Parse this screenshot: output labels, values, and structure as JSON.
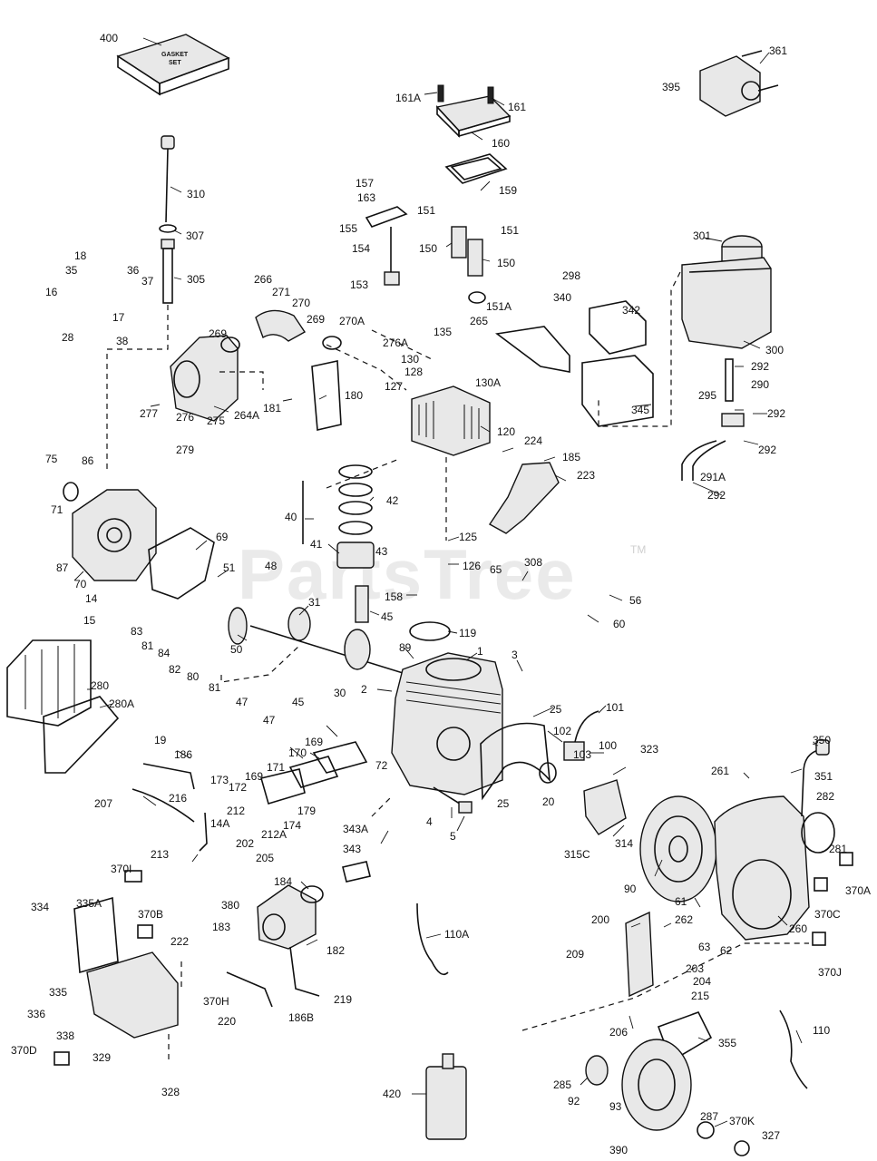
{
  "watermark": {
    "text": "PartsTree",
    "tm": "TM"
  },
  "gasket_box": {
    "line1": "GASKET",
    "line2": "SET"
  },
  "callouts": [
    {
      "id": "c400",
      "text": "400"
    },
    {
      "id": "c361",
      "text": "361"
    },
    {
      "id": "c395",
      "text": "395"
    },
    {
      "id": "c161a",
      "text": "161A"
    },
    {
      "id": "c161",
      "text": "161"
    },
    {
      "id": "c160",
      "text": "160"
    },
    {
      "id": "c310",
      "text": "310"
    },
    {
      "id": "c157",
      "text": "157"
    },
    {
      "id": "c163",
      "text": "163"
    },
    {
      "id": "c159",
      "text": "159"
    },
    {
      "id": "c151a_t",
      "text": "151"
    },
    {
      "id": "c151b_t",
      "text": "151"
    },
    {
      "id": "c155",
      "text": "155"
    },
    {
      "id": "c307",
      "text": "307"
    },
    {
      "id": "c150a",
      "text": "150"
    },
    {
      "id": "c150b",
      "text": "150"
    },
    {
      "id": "c154",
      "text": "154"
    },
    {
      "id": "c301",
      "text": "301"
    },
    {
      "id": "c18",
      "text": "18"
    },
    {
      "id": "c35",
      "text": "35"
    },
    {
      "id": "c36",
      "text": "36"
    },
    {
      "id": "c37",
      "text": "37"
    },
    {
      "id": "c305",
      "text": "305"
    },
    {
      "id": "c266",
      "text": "266"
    },
    {
      "id": "c298",
      "text": "298"
    },
    {
      "id": "c16",
      "text": "16"
    },
    {
      "id": "c271",
      "text": "271"
    },
    {
      "id": "c153",
      "text": "153"
    },
    {
      "id": "c151A",
      "text": "151A"
    },
    {
      "id": "c340",
      "text": "340"
    },
    {
      "id": "c342",
      "text": "342"
    },
    {
      "id": "c17",
      "text": "17"
    },
    {
      "id": "c270",
      "text": "270"
    },
    {
      "id": "c269a",
      "text": "269"
    },
    {
      "id": "c270a",
      "text": "270A"
    },
    {
      "id": "c135",
      "text": "135"
    },
    {
      "id": "c265",
      "text": "265"
    },
    {
      "id": "c28",
      "text": "28"
    },
    {
      "id": "c269b",
      "text": "269"
    },
    {
      "id": "c38",
      "text": "38"
    },
    {
      "id": "c276a",
      "text": "276A"
    },
    {
      "id": "c300",
      "text": "300"
    },
    {
      "id": "c130",
      "text": "130"
    },
    {
      "id": "c292a",
      "text": "292"
    },
    {
      "id": "c128",
      "text": "128"
    },
    {
      "id": "c130a",
      "text": "130A"
    },
    {
      "id": "c127",
      "text": "127"
    },
    {
      "id": "c290",
      "text": "290"
    },
    {
      "id": "c180",
      "text": "180"
    },
    {
      "id": "c345",
      "text": "345"
    },
    {
      "id": "c277",
      "text": "277"
    },
    {
      "id": "c276",
      "text": "276"
    },
    {
      "id": "c275",
      "text": "275"
    },
    {
      "id": "c264a",
      "text": "264A"
    },
    {
      "id": "c181",
      "text": "181"
    },
    {
      "id": "c292b",
      "text": "292"
    },
    {
      "id": "c295",
      "text": "295"
    },
    {
      "id": "c120",
      "text": "120"
    },
    {
      "id": "c292c",
      "text": "292"
    },
    {
      "id": "c279",
      "text": "279"
    },
    {
      "id": "c224",
      "text": "224"
    },
    {
      "id": "c185",
      "text": "185"
    },
    {
      "id": "c291a",
      "text": "291A"
    },
    {
      "id": "c75",
      "text": "75"
    },
    {
      "id": "c86",
      "text": "86"
    },
    {
      "id": "c223",
      "text": "223"
    },
    {
      "id": "c292d",
      "text": "292"
    },
    {
      "id": "c71",
      "text": "71"
    },
    {
      "id": "c42",
      "text": "42"
    },
    {
      "id": "c40",
      "text": "40"
    },
    {
      "id": "c69",
      "text": "69"
    },
    {
      "id": "c125",
      "text": "125"
    },
    {
      "id": "c87",
      "text": "87"
    },
    {
      "id": "c41",
      "text": "41"
    },
    {
      "id": "c43",
      "text": "43"
    },
    {
      "id": "c308",
      "text": "308"
    },
    {
      "id": "c48",
      "text": "48"
    },
    {
      "id": "c126",
      "text": "126"
    },
    {
      "id": "c65",
      "text": "65"
    },
    {
      "id": "c51",
      "text": "51"
    },
    {
      "id": "c70",
      "text": "70"
    },
    {
      "id": "c158",
      "text": "158"
    },
    {
      "id": "c14",
      "text": "14"
    },
    {
      "id": "c56",
      "text": "56"
    },
    {
      "id": "c31",
      "text": "31"
    },
    {
      "id": "c15",
      "text": "15"
    },
    {
      "id": "c45a",
      "text": "45"
    },
    {
      "id": "c60",
      "text": "60"
    },
    {
      "id": "c83",
      "text": "83"
    },
    {
      "id": "c119",
      "text": "119"
    },
    {
      "id": "c81a",
      "text": "81"
    },
    {
      "id": "c84",
      "text": "84"
    },
    {
      "id": "c50",
      "text": "50"
    },
    {
      "id": "c1",
      "text": "1"
    },
    {
      "id": "c89",
      "text": "89"
    },
    {
      "id": "c3",
      "text": "3"
    },
    {
      "id": "c82",
      "text": "82"
    },
    {
      "id": "c280",
      "text": "280"
    },
    {
      "id": "c80",
      "text": "80"
    },
    {
      "id": "c81b",
      "text": "81"
    },
    {
      "id": "c47a",
      "text": "47"
    },
    {
      "id": "c30",
      "text": "30"
    },
    {
      "id": "c47b",
      "text": "47"
    },
    {
      "id": "c45b",
      "text": "45"
    },
    {
      "id": "c280a",
      "text": "280A"
    },
    {
      "id": "c2",
      "text": "2"
    },
    {
      "id": "c25a",
      "text": "25"
    },
    {
      "id": "c101",
      "text": "101"
    },
    {
      "id": "c350",
      "text": "350"
    },
    {
      "id": "c19",
      "text": "19"
    },
    {
      "id": "c169",
      "text": "169"
    },
    {
      "id": "c186",
      "text": "186"
    },
    {
      "id": "c170",
      "text": "170"
    },
    {
      "id": "c102",
      "text": "102"
    },
    {
      "id": "c100",
      "text": "100"
    },
    {
      "id": "c103",
      "text": "103"
    },
    {
      "id": "c323",
      "text": "323"
    },
    {
      "id": "c171",
      "text": "171"
    },
    {
      "id": "c72",
      "text": "72"
    },
    {
      "id": "c261",
      "text": "261"
    },
    {
      "id": "c351",
      "text": "351"
    },
    {
      "id": "c172",
      "text": "172"
    },
    {
      "id": "c169b",
      "text": "169"
    },
    {
      "id": "c20",
      "text": "20"
    },
    {
      "id": "c173",
      "text": "173"
    },
    {
      "id": "c25b",
      "text": "25"
    },
    {
      "id": "c282",
      "text": "282"
    },
    {
      "id": "c207",
      "text": "207"
    },
    {
      "id": "c216",
      "text": "216"
    },
    {
      "id": "c212",
      "text": "212"
    },
    {
      "id": "c179",
      "text": "179"
    },
    {
      "id": "c4",
      "text": "4"
    },
    {
      "id": "c5",
      "text": "5"
    },
    {
      "id": "c314",
      "text": "314"
    },
    {
      "id": "c174",
      "text": "174"
    },
    {
      "id": "c14a",
      "text": "14A"
    },
    {
      "id": "c212a",
      "text": "212A"
    },
    {
      "id": "c343a",
      "text": "343A"
    },
    {
      "id": "c281",
      "text": "281"
    },
    {
      "id": "c202",
      "text": "202"
    },
    {
      "id": "c343",
      "text": "343"
    },
    {
      "id": "c315c",
      "text": "315C"
    },
    {
      "id": "c213",
      "text": "213"
    },
    {
      "id": "c205",
      "text": "205"
    },
    {
      "id": "c90",
      "text": "90"
    },
    {
      "id": "c370a",
      "text": "370A"
    },
    {
      "id": "c370i",
      "text": "370I"
    },
    {
      "id": "c184",
      "text": "184"
    },
    {
      "id": "c370c",
      "text": "370C"
    },
    {
      "id": "c334",
      "text": "334"
    },
    {
      "id": "c335a",
      "text": "335A"
    },
    {
      "id": "c380",
      "text": "380"
    },
    {
      "id": "c370b",
      "text": "370B"
    },
    {
      "id": "c61",
      "text": "61"
    },
    {
      "id": "c200",
      "text": "200"
    },
    {
      "id": "c262",
      "text": "262"
    },
    {
      "id": "c183",
      "text": "183"
    },
    {
      "id": "c222",
      "text": "222"
    },
    {
      "id": "c110a",
      "text": "110A"
    },
    {
      "id": "c260",
      "text": "260"
    },
    {
      "id": "c63",
      "text": "63"
    },
    {
      "id": "c62",
      "text": "62"
    },
    {
      "id": "c182",
      "text": "182"
    },
    {
      "id": "c370j",
      "text": "370J"
    },
    {
      "id": "c209",
      "text": "209"
    },
    {
      "id": "c203",
      "text": "203"
    },
    {
      "id": "c204",
      "text": "204"
    },
    {
      "id": "c335",
      "text": "335"
    },
    {
      "id": "c219",
      "text": "219"
    },
    {
      "id": "c215",
      "text": "215"
    },
    {
      "id": "c370h",
      "text": "370H"
    },
    {
      "id": "c336",
      "text": "336"
    },
    {
      "id": "c186b",
      "text": "186B"
    },
    {
      "id": "c338",
      "text": "338"
    },
    {
      "id": "c220",
      "text": "220"
    },
    {
      "id": "c206",
      "text": "206"
    },
    {
      "id": "c110",
      "text": "110"
    },
    {
      "id": "c355",
      "text": "355"
    },
    {
      "id": "c370d",
      "text": "370D"
    },
    {
      "id": "c329",
      "text": "329"
    },
    {
      "id": "c328",
      "text": "328"
    },
    {
      "id": "c285",
      "text": "285"
    },
    {
      "id": "c420",
      "text": "420"
    },
    {
      "id": "c92",
      "text": "92"
    },
    {
      "id": "c93",
      "text": "93"
    },
    {
      "id": "c287",
      "text": "287"
    },
    {
      "id": "c370k",
      "text": "370K"
    },
    {
      "id": "c327",
      "text": "327"
    },
    {
      "id": "c390",
      "text": "390"
    }
  ]
}
